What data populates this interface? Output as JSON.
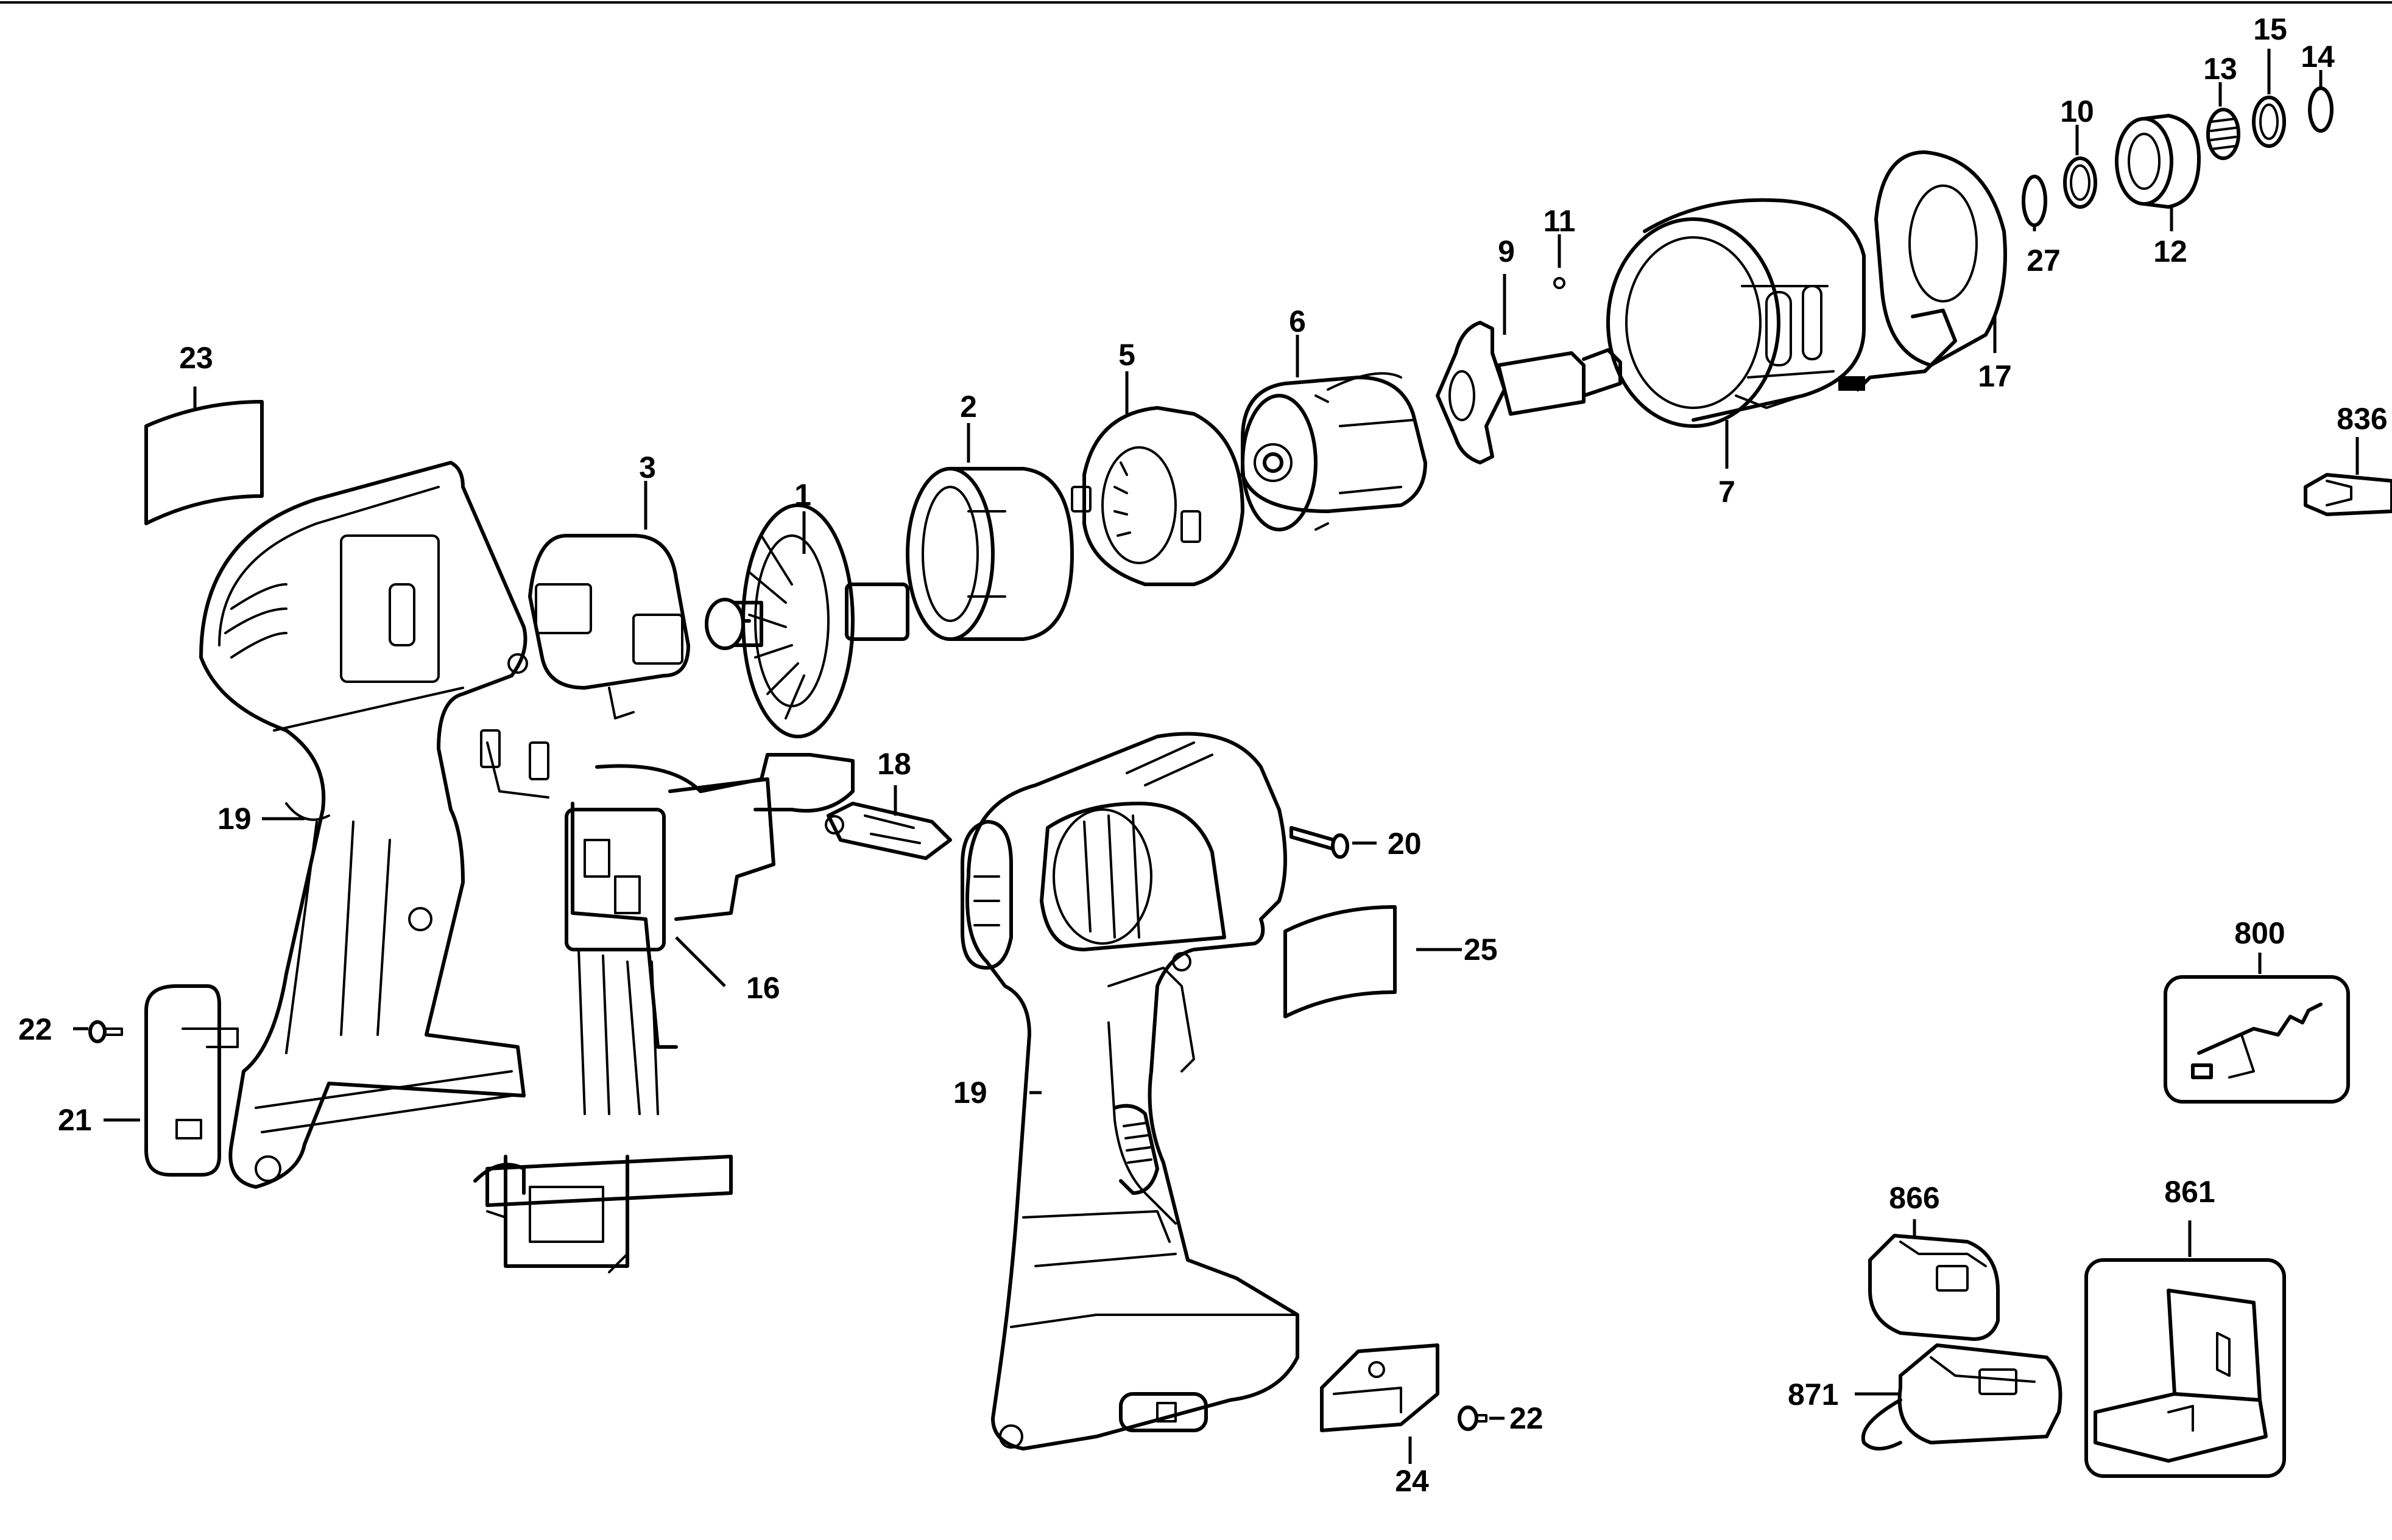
{
  "callouts": {
    "c1": "1",
    "c2": "2",
    "c3": "3",
    "c5": "5",
    "c6": "6",
    "c7": "7",
    "c9": "9",
    "c10": "10",
    "c11": "11",
    "c12": "12",
    "c13": "13",
    "c14": "14",
    "c15": "15",
    "c16": "16",
    "c17": "17",
    "c18": "18",
    "c19a": "19",
    "c19b": "19",
    "c20": "20",
    "c21": "21",
    "c22a": "22",
    "c22b": "22",
    "c23": "23",
    "c24": "24",
    "c25": "25",
    "c27": "27",
    "c800": "800",
    "c836": "836",
    "c861": "861",
    "c866": "866",
    "c871": "871"
  }
}
